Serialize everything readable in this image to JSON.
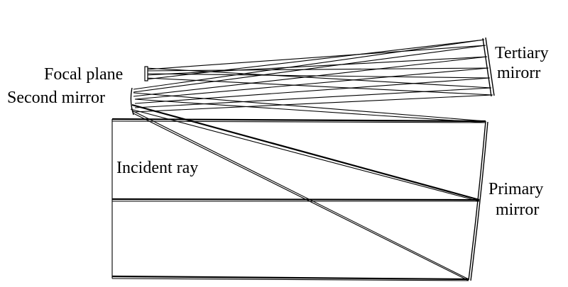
{
  "labels": {
    "focal_plane": "Focal plane",
    "second_mirror": "Second mirror",
    "tertiary_line1": "Tertiary",
    "tertiary_line2": "mirorr",
    "incident_ray": "Incident ray",
    "primary_line1": "Primary",
    "primary_line2": "mirror"
  }
}
